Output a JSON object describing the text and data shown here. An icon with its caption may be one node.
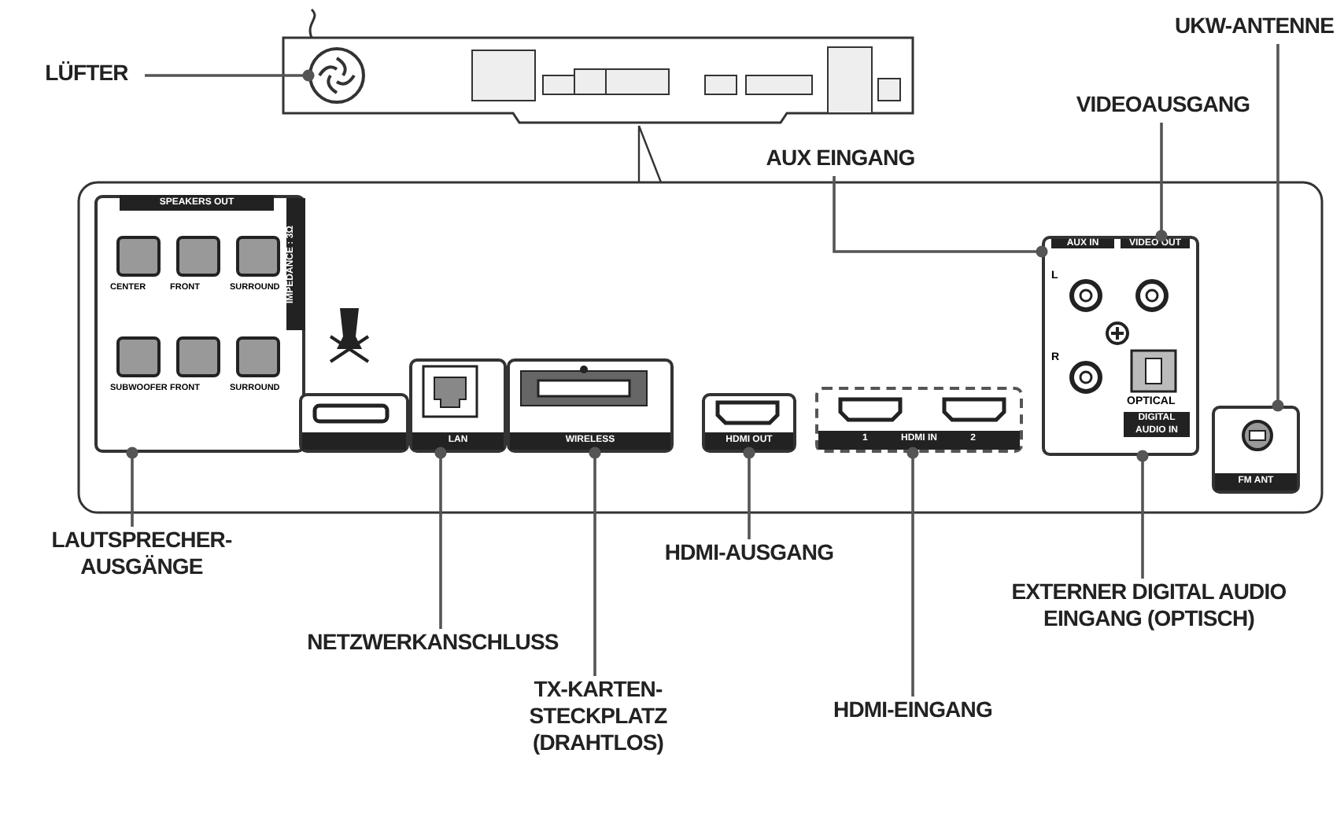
{
  "diagram": {
    "nodes": [
      {
        "text": [
          "LÜFTER"
        ]
      },
      {
        "text": [],
        "shape": "circle"
      },
      {
        "text": [
          "AUX EINGANG"
        ]
      },
      {
        "text": [
          "VIDEOAUSGANG"
        ]
      },
      {
        "text": [
          "UKW-ANTENNE"
        ]
      },
      {
        "text": [
          "SPEAKERS OUT",
          "CENTER",
          "FRONT",
          "SURROUND",
          "SUBWOOFER",
          "FRONT",
          "SURROUND",
          "IMPEDANCE : 3Ω"
        ]
      },
      {
        "text": [],
        "shape": "box"
      },
      {
        "text": [
          "LAN"
        ]
      },
      {
        "text": [
          "WIRELESS"
        ]
      },
      {
        "text": [
          "HDMI OUT"
        ]
      },
      {
        "text": [
          "1",
          "HDMI IN",
          "2"
        ]
      },
      {
        "text": [
          "AUX IN",
          "VIDEO OUT",
          "L",
          "R",
          "OPTICAL",
          "DIGITAL AUDIO IN"
        ]
      },
      {
        "text": [
          "FM ANT"
        ]
      },
      {
        "text": [
          "LAUTSPRECHER- AUSGÄNGE"
        ]
      },
      {
        "text": [
          "NETZWERKANSCHLUSS"
        ]
      },
      {
        "text": [
          "TX-KARTEN- STECKPLATZ (DRAHTLOS)"
        ]
      },
      {
        "text": [
          "HDMI-AUSGANG"
        ]
      },
      {
        "text": [
          "HDMI-EINGANG"
        ]
      },
      {
        "text": [
          "EXTERNER DIGITAL AUDIO EINGANG (OPTISCH)"
        ]
      }
    ],
    "edges": [
      {
        "from": 0,
        "to": 1,
        "arrow": "other"
      },
      {
        "from": 2,
        "to": 11,
        "arrow": "other"
      },
      {
        "from": 3,
        "to": 11,
        "arrow": "other"
      },
      {
        "from": 4,
        "to": 12,
        "arrow": "other"
      },
      {
        "from": 13,
        "to": 5,
        "arrow": "other"
      },
      {
        "from": 14,
        "to": 7,
        "arrow": "other"
      },
      {
        "from": 15,
        "to": 8,
        "arrow": "other"
      },
      {
        "from": 16,
        "to": 9,
        "arrow": "other"
      },
      {
        "from": 17,
        "to": 10,
        "arrow": "other"
      },
      {
        "from": 18,
        "to": 11,
        "arrow": "other"
      }
    ]
  }
}
